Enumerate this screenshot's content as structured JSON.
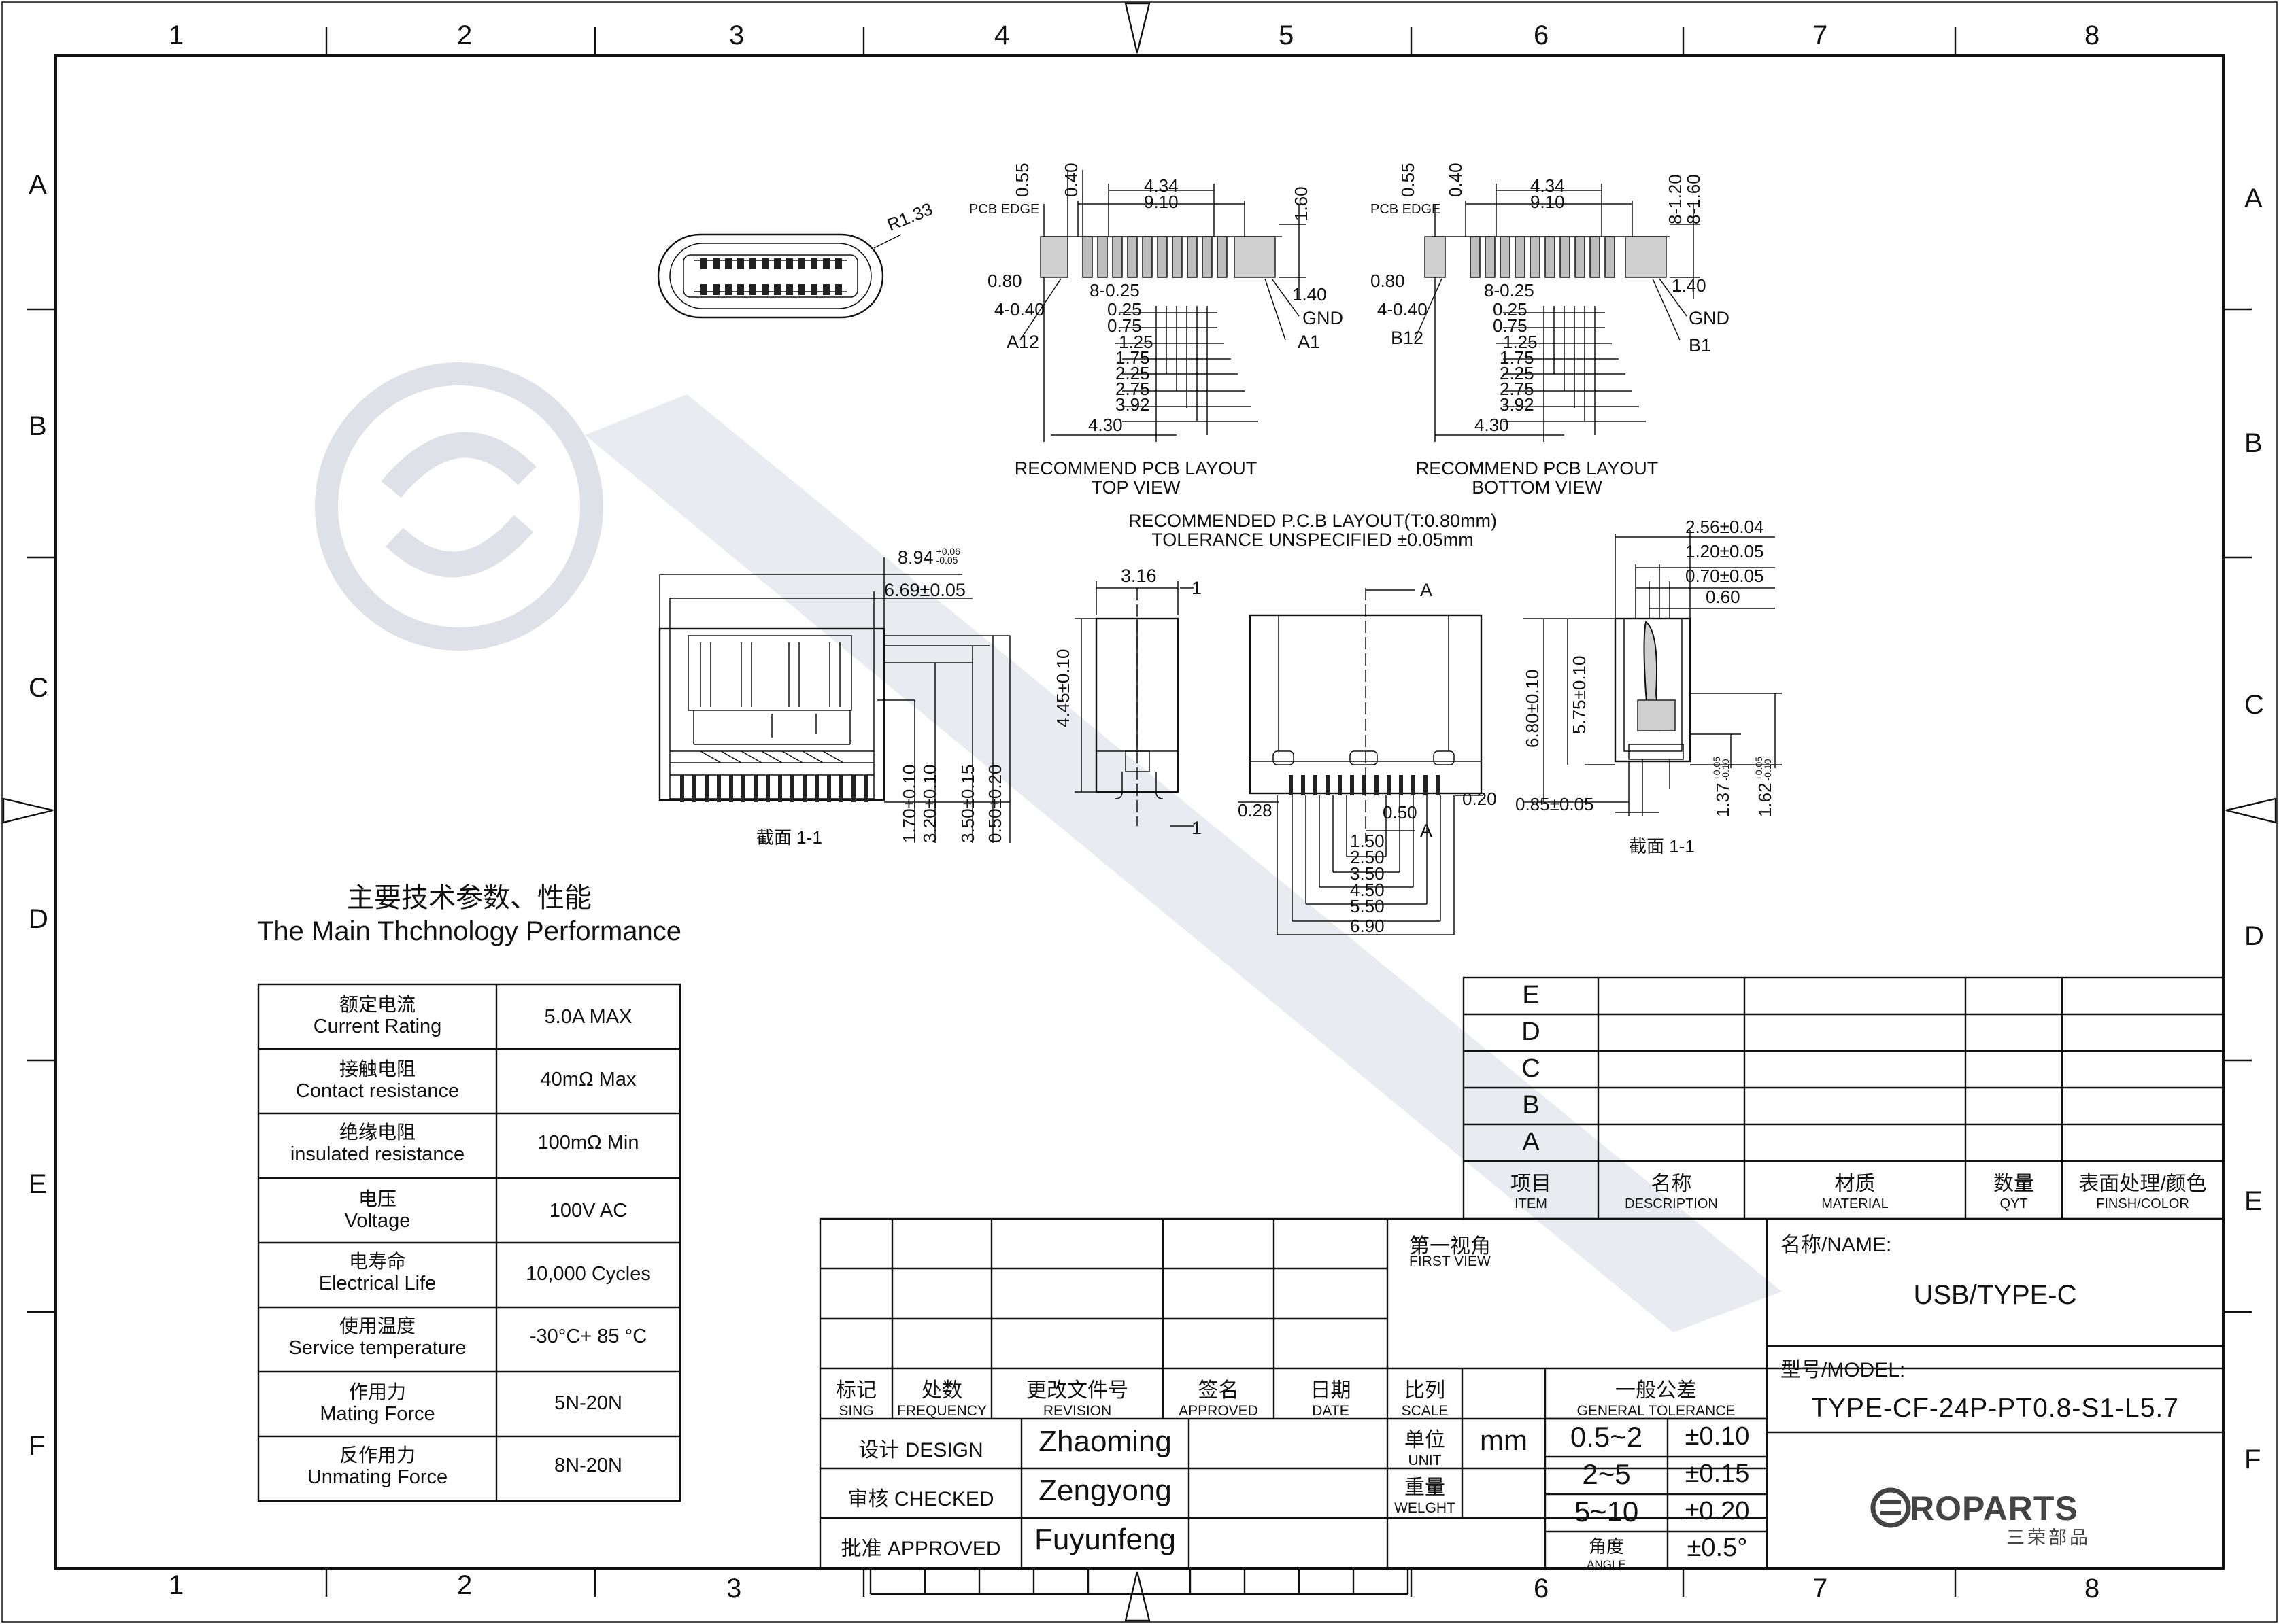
{
  "frame": {
    "cols": [
      "1",
      "2",
      "3",
      "4",
      "5",
      "6",
      "7",
      "8"
    ],
    "rows": [
      "A",
      "B",
      "C",
      "D",
      "E",
      "F"
    ]
  },
  "top_view": {
    "title": "RECOMMEND PCB LAYOUT",
    "subtitle": "TOP VIEW",
    "pcb_edge": "PCB EDGE",
    "pin_left": "A12",
    "pin_right": "A1",
    "gnd": "GND",
    "dims": [
      "0.55",
      "0.40",
      "4.34",
      "9.10",
      "1.60",
      "0.80",
      "4-0.40",
      "8-0.25",
      "0.25",
      "0.75",
      "1.25",
      "1.75",
      "2.25",
      "2.75",
      "3.92",
      "4.30",
      "1.40"
    ]
  },
  "bottom_view": {
    "title": "RECOMMEND PCB LAYOUT",
    "subtitle": "BOTTOM VIEW",
    "pcb_edge": "PCB EDGE",
    "pin_left": "B12",
    "pin_right": "B1",
    "gnd": "GND",
    "dims": [
      "0.55",
      "0.40",
      "4.34",
      "9.10",
      "8-1.20",
      "8-1.60",
      "0.80",
      "4-0.40",
      "8-0.25",
      "0.25",
      "0.75",
      "1.25",
      "1.75",
      "2.25",
      "2.75",
      "3.92",
      "4.30",
      "1.40"
    ]
  },
  "pcb_note": {
    "line1": "RECOMMENDED P.C.B LAYOUT(T:0.80mm)",
    "line2": "TOLERANCE UNSPECIFIED ±0.05mm"
  },
  "radius": "R1.33",
  "front_view": {
    "dim_width_main": "8.94",
    "dim_width_tol_up": "+0.06",
    "dim_width_tol_dn": "-0.05",
    "dim_width_inner": "6.69±0.05",
    "v_dims": [
      "1.70±0.10",
      "3.20±0.10",
      "3.50±0.15",
      "0.50±0.20"
    ],
    "section_label": "截面 1-1"
  },
  "side_view": {
    "dim_top": "3.16",
    "dim_height": "4.45±0.10",
    "mark": "1"
  },
  "bottom_front_view": {
    "label_a": "A",
    "dims_left": "0.28",
    "dims_right": "0.20",
    "pitch": "0.50",
    "stack": [
      "1.50",
      "2.50",
      "3.50",
      "4.50",
      "5.50",
      "6.90"
    ]
  },
  "section_view": {
    "dims_top": [
      "2.56±0.04",
      "1.20±0.05",
      "0.70±0.05",
      "0.60"
    ],
    "dims_left": [
      "6.80±0.10",
      "5.75±0.10"
    ],
    "dim_bottom": "0.85±0.05",
    "dim_r1_main": "1.37",
    "dim_r1_up": "+0.05",
    "dim_r1_dn": "-0.10",
    "dim_r2_main": "1.62",
    "dim_r2_up": "+0.05",
    "dim_r2_dn": "-0.10",
    "section_label": "截面 1-1"
  },
  "specs": {
    "title_cn": "主要技术参数、性能",
    "title_en": "The Main Thchnology Performance",
    "rows": [
      {
        "cn": "额定电流",
        "en": "Current Rating",
        "value": "5.0A MAX"
      },
      {
        "cn": "接触电阻",
        "en": "Contact resistance",
        "value": "40mΩ Max"
      },
      {
        "cn": "绝缘电阻",
        "en": "insulated resistance",
        "value": "100mΩ Min"
      },
      {
        "cn": "电压",
        "en": "Voltage",
        "value": "100V AC"
      },
      {
        "cn": "电寿命",
        "en": "Electrical Life",
        "value": "10,000 Cycles"
      },
      {
        "cn": "使用温度",
        "en": "Service temperature",
        "value": "-30°C+ 85 °C"
      },
      {
        "cn": "作用力",
        "en": "Mating Force",
        "value": "5N-20N"
      },
      {
        "cn": "反作用力",
        "en": "Unmating Force",
        "value": "8N-20N"
      }
    ]
  },
  "bom": {
    "rows": [
      "E",
      "D",
      "C",
      "B",
      "A"
    ],
    "headers": [
      {
        "cn": "项目",
        "en": "ITEM"
      },
      {
        "cn": "名称",
        "en": "DESCRIPTION"
      },
      {
        "cn": "材质",
        "en": "MATERIAL"
      },
      {
        "cn": "数量",
        "en": "QYT"
      },
      {
        "cn": "表面处理/颜色",
        "en": "FINSH/COLOR"
      }
    ]
  },
  "revision": {
    "headers": [
      {
        "cn": "标记",
        "en": "SING"
      },
      {
        "cn": "处数",
        "en": "FREQUENCY"
      },
      {
        "cn": "更改文件号",
        "en": "REVISION"
      },
      {
        "cn": "签名",
        "en": "APPROVED"
      },
      {
        "cn": "日期",
        "en": "DATE"
      }
    ],
    "design_label": "设计 DESIGN",
    "design_name": "Zhaoming",
    "checked_label": "审核 CHECKED",
    "checked_name": "Zengyong",
    "approved_label": "批准 APPROVED",
    "approved_name": "Fuyunfeng"
  },
  "title_block": {
    "first_view_cn": "第一视角",
    "first_view_en": "FIRST VIEW",
    "scale_cn": "比列",
    "scale_en": "SCALE",
    "unit_cn": "单位",
    "unit_en": "UNIT",
    "unit_value": "mm",
    "weight_cn": "重量",
    "weight_en": "WELGHT",
    "tol_cn": "一般公差",
    "tol_en": "GENERAL TOLERANCE",
    "tolerances": [
      {
        "range": "0.5~2",
        "tol": "±0.10"
      },
      {
        "range": "2~5",
        "tol": "±0.15"
      },
      {
        "range": "5~10",
        "tol": "±0.20"
      }
    ],
    "angle_cn": "角度",
    "angle_en": "ANGLE",
    "angle_tol": "±0.5°",
    "name_label": "名称/NAME:",
    "name_value": "USB/TYPE-C",
    "model_label": "型号/MODEL:",
    "model_value": "TYPE-CF-24P-PT0.8-S1-L5.7",
    "logo_text": "ROPARTS",
    "logo_sub": "三荣部品"
  }
}
